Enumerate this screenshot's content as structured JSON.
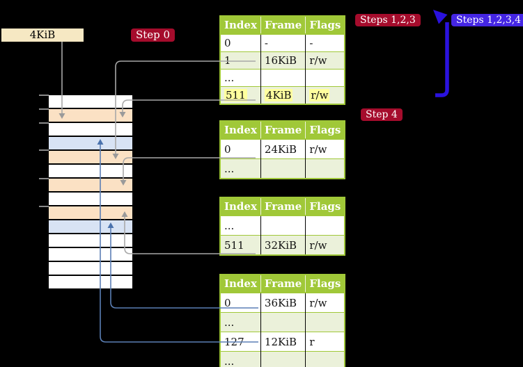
{
  "labels": {
    "size": "4KiB",
    "step0": "Step 0",
    "steps123": "Steps 1,2,3",
    "steps1234": "Steps 1,2,3,4",
    "step4": "Step 4"
  },
  "colors": {
    "badge_red": "#a50c2c",
    "badge_blue": "#4526e4",
    "table_header_green": "#a0c838",
    "table_row_alt_green": "#ebf1da",
    "highlight_yellow": "#ffff9e",
    "frame_orange": "#fbe1c4",
    "frame_blue": "#d8e3f4",
    "label_wheat": "#f6e8c3",
    "arrow_gray": "#a8a8a8",
    "arrow_steel_blue": "#5b7fb5",
    "arrow_thick_blue": "#2a12de"
  },
  "memory": {
    "rows": [
      "white",
      "orange",
      "white",
      "blue",
      "orange",
      "white",
      "orange",
      "white",
      "orange",
      "blue",
      "white",
      "white",
      "white",
      "white"
    ],
    "tick_ys": [
      136,
      156,
      176,
      215,
      256,
      296
    ]
  },
  "tables": [
    {
      "headers": [
        "Index",
        "Frame",
        "Flags"
      ],
      "rows": [
        {
          "cells": [
            "0",
            "-",
            "-"
          ]
        },
        {
          "cells": [
            "1",
            "16KiB",
            "r/w"
          ]
        },
        {
          "cells": [
            "...",
            "",
            ""
          ]
        },
        {
          "cells": [
            "511",
            "4KiB",
            "r/w"
          ],
          "highlight": true
        }
      ]
    },
    {
      "headers": [
        "Index",
        "Frame",
        "Flags"
      ],
      "rows": [
        {
          "cells": [
            "0",
            "24KiB",
            "r/w"
          ]
        },
        {
          "cells": [
            "...",
            "",
            ""
          ]
        }
      ]
    },
    {
      "headers": [
        "Index",
        "Frame",
        "Flags"
      ],
      "rows": [
        {
          "cells": [
            "...",
            "",
            ""
          ]
        },
        {
          "cells": [
            "511",
            "32KiB",
            "r/w"
          ]
        }
      ]
    },
    {
      "headers": [
        "Index",
        "Frame",
        "Flags"
      ],
      "rows": [
        {
          "cells": [
            "0",
            "36KiB",
            "r/w"
          ]
        },
        {
          "cells": [
            "...",
            "",
            ""
          ]
        },
        {
          "cells": [
            "127",
            "12KiB",
            "r"
          ]
        },
        {
          "cells": [
            "...",
            "",
            ""
          ]
        }
      ]
    }
  ]
}
